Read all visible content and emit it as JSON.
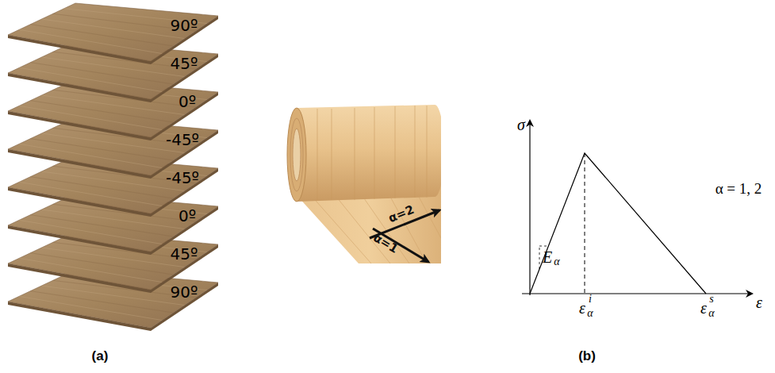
{
  "diagram": {
    "labels": [
      "90º",
      "45º",
      "0º",
      "-45º",
      "-45º",
      "0º",
      "45º",
      "90º",
      "α=2",
      "α=1",
      "σ",
      "ε",
      "E",
      "α",
      "ε",
      "α",
      "i",
      "ε",
      "α",
      "s",
      "α = 1, 2",
      "(a)",
      "(b)"
    ]
  }
}
